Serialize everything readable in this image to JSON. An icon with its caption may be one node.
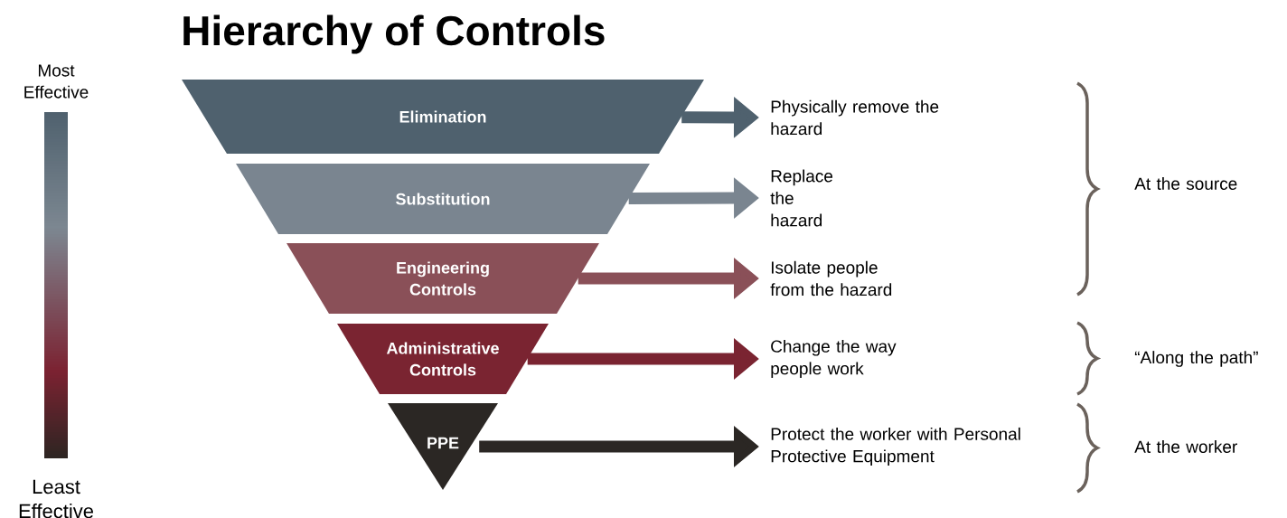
{
  "diagram": {
    "title": "Hierarchy of Controls",
    "nodes": [
      {
        "text": [
          "Elimination"
        ]
      },
      {
        "text": [
          "Substitution"
        ]
      },
      {
        "text": [
          "Engineering Controls"
        ]
      },
      {
        "text": [
          "Administrative Controls"
        ]
      },
      {
        "text": [
          "PPE"
        ]
      },
      {
        "text": [
          "Physically remove the hazard"
        ]
      },
      {
        "text": [
          "Replace the hazard"
        ]
      },
      {
        "text": [
          "Isolate people from the hazard"
        ]
      },
      {
        "text": [
          "Change the way people work"
        ]
      },
      {
        "text": [
          "Protect the worker with Personal Protective Equipment"
        ]
      }
    ],
    "edges": [
      {
        "from": 0,
        "to": 5,
        "arrow": "to",
        "color": "#4f616e"
      },
      {
        "from": 1,
        "to": 6,
        "arrow": "to",
        "color": "#7a8590"
      },
      {
        "from": 2,
        "to": 7,
        "arrow": "to",
        "color": "#8a5058"
      },
      {
        "from": 3,
        "to": 8,
        "arrow": "to",
        "color": "#7a2431"
      },
      {
        "from": 4,
        "to": 9,
        "arrow": "to",
        "color": "#2b2724"
      }
    ],
    "labels": [
      "Most Effective",
      "Least Effective",
      "At the source",
      "“Along the path”",
      "At the worker"
    ]
  }
}
